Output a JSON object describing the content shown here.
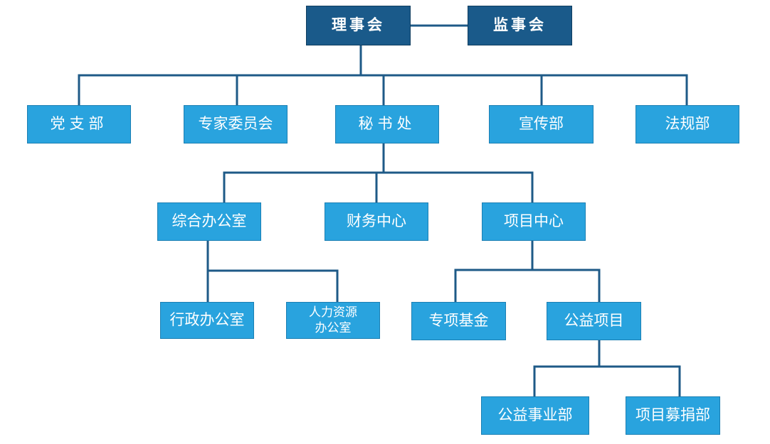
{
  "nodes": {
    "board": "理事会",
    "supervisory": "监事会",
    "party_branch": "党支部",
    "expert_committee": "专家委员会",
    "secretariat": "秘书处",
    "publicity": "宣传部",
    "legal": "法规部",
    "general_office": "综合办公室",
    "finance_center": "财务中心",
    "project_center": "项目中心",
    "admin_office": "行政办公室",
    "hr_office_line1": "人力资源",
    "hr_office_line2": "办公室",
    "special_fund": "专项基金",
    "public_projects": "公益项目",
    "public_affairs": "公益事业部",
    "fundraising": "项目募捐部"
  },
  "colors": {
    "top_box": "#1a5a8a",
    "box": "#29a3de",
    "connector": "#1e5a87",
    "text": "#ffffff"
  }
}
